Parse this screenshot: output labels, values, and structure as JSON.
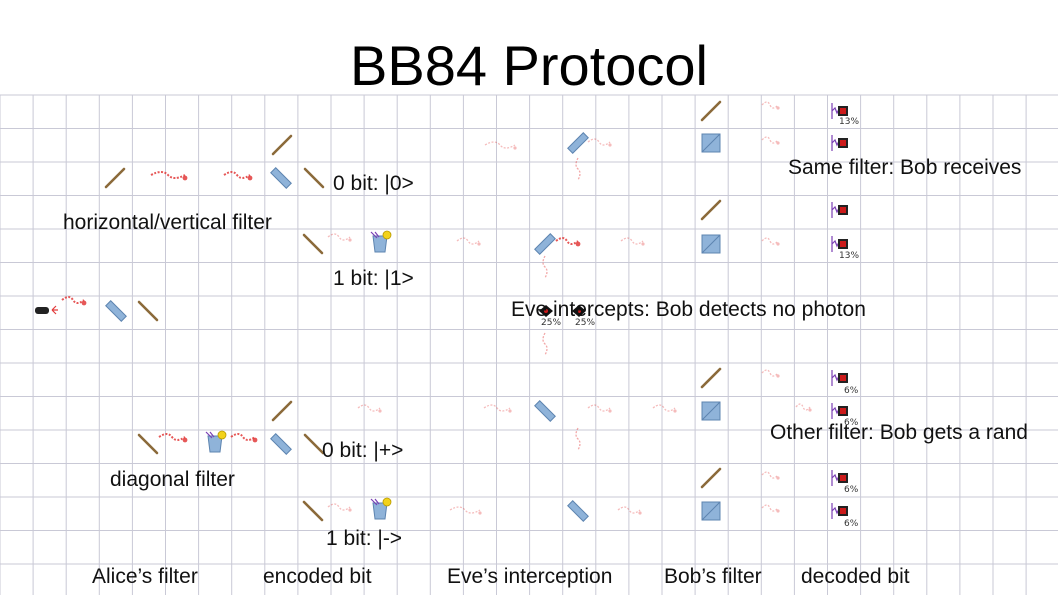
{
  "title": "BB84 Protocol",
  "labels": {
    "horizontal_vertical_filter": "horizontal/vertical filter",
    "diagonal_filter": "diagonal filter",
    "bit0_hv": "0 bit: |0>",
    "bit1_hv": "1 bit: |1>",
    "bit0_diag": "0 bit: |+>",
    "bit1_diag": "1 bit: |->",
    "same_filter": "Same filter: Bob receives",
    "eve_intercepts": "Eve intercepts: Bob detects no photon",
    "other_filter": "Other filter: Bob gets a rand"
  },
  "column_headers": {
    "alice_filter": "Alice’s filter",
    "encoded_bit": "encoded bit",
    "eve_interception": "Eve’s interception",
    "bob_filter": "Bob’s filter",
    "decoded_bit": "decoded bit"
  },
  "probabilities": {
    "p13a": "13%",
    "p13b": "13%",
    "p25a": "25%",
    "p25b": "25%",
    "p6a": "6%",
    "p6b": "6%",
    "p6c": "6%",
    "p6d": "6%"
  },
  "colors": {
    "grid": "#c9c9d6",
    "filter_stroke": "#8b6a3a",
    "polarizer_fill": "#8fb3d9",
    "photon": "#e23b3b",
    "detector": "#cc1a1a"
  }
}
